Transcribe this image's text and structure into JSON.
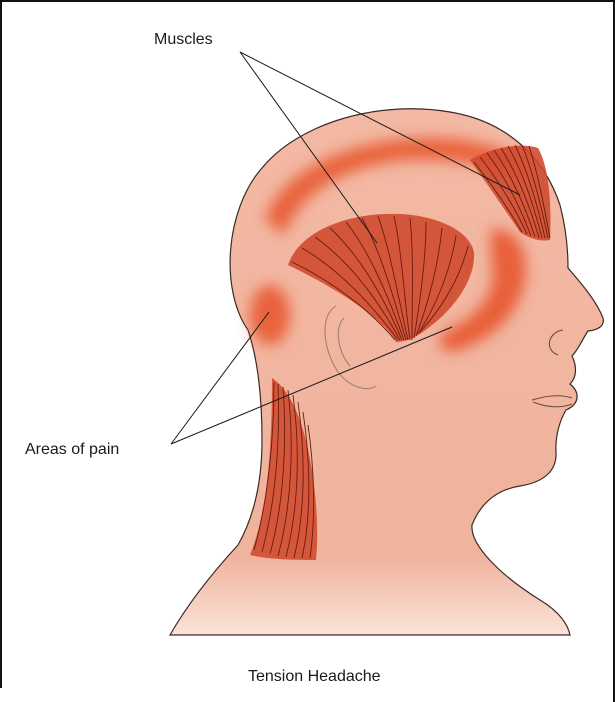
{
  "labels": {
    "muscles": "Muscles",
    "areas_of_pain": "Areas of pain"
  },
  "caption": "Tension Headache",
  "colors": {
    "skin": "#f2b9a5",
    "skin_dark": "#e89a82",
    "muscle": "#c8432b",
    "pain": "#e8542c",
    "line": "#222222"
  }
}
